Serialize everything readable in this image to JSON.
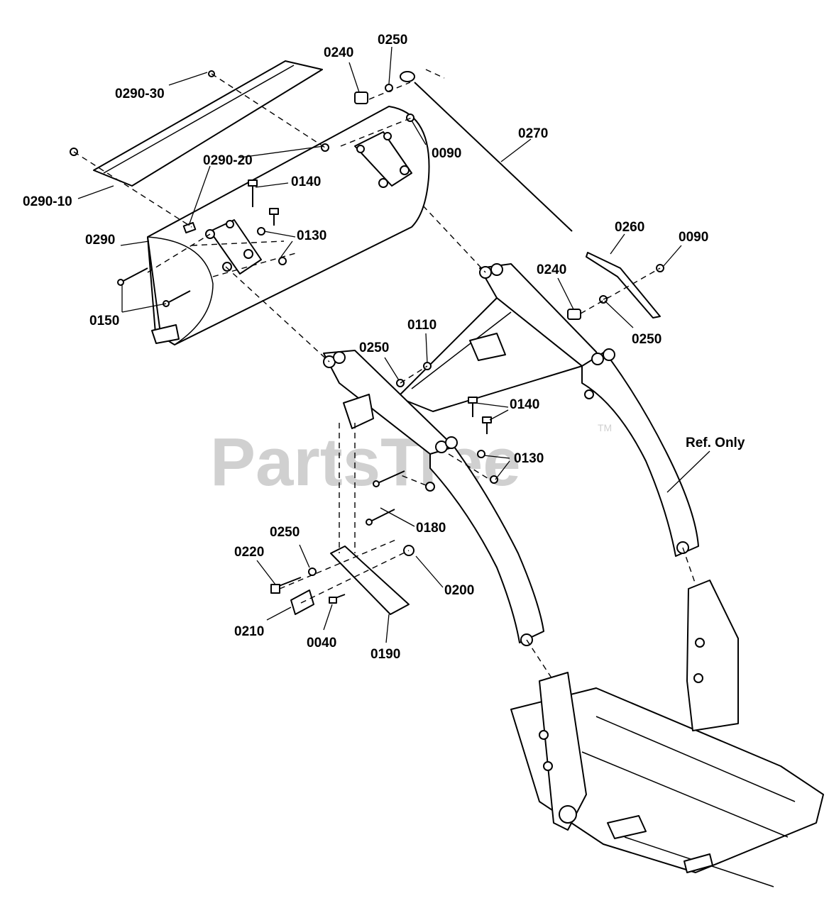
{
  "watermark": {
    "text": "PartsTree",
    "tm": "TM"
  },
  "labels": {
    "p0240a": "0240",
    "p0250a": "0250",
    "p0290_30": "0290-30",
    "p0270": "0270",
    "p0290_20": "0290-20",
    "p0090a": "0090",
    "p0140a": "0140",
    "p0290_10": "0290-10",
    "p0130a": "0130",
    "p0290": "0290",
    "p0260": "0260",
    "p0090b": "0090",
    "p0240b": "0240",
    "p0150": "0150",
    "p0250b": "0250",
    "p0110": "0110",
    "p0250c": "0250",
    "p0140b": "0140",
    "ref_only": "Ref. Only",
    "p0130b": "0130",
    "p0180": "0180",
    "p0250d": "0250",
    "p0220": "0220",
    "p0200": "0200",
    "p0210": "0210",
    "p0040": "0040",
    "p0190": "0190"
  }
}
